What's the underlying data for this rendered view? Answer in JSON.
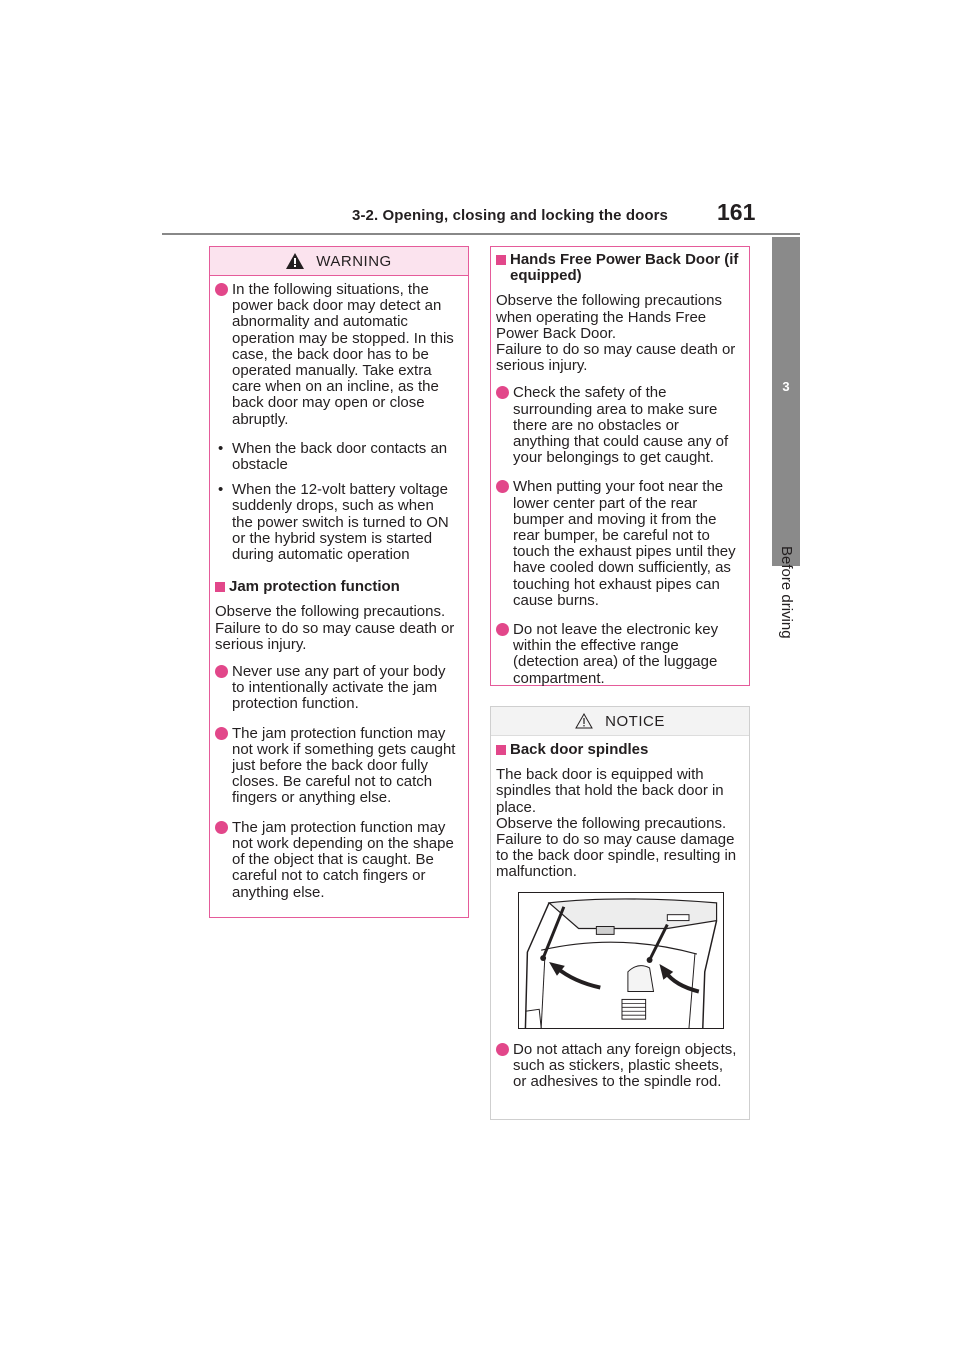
{
  "header": {
    "section_title": "3-2. Opening, closing and locking the doors",
    "page_number": "161"
  },
  "side_tab": {
    "chapter_number": "3",
    "chapter_label": "Before driving"
  },
  "warning_box": {
    "title": "WARNING",
    "intro_bullet": "In the following situations, the power back door may detect an abnormality and automatic operation may be stopped. In this case, the back door has to be operated manually. Take extra care when on an incline, as the back door may open or close abruptly.",
    "dash_items": [
      "When the back door contacts an obstacle",
      "When the 12-volt battery voltage suddenly drops, such as when the power switch is turned to ON or the hybrid system is started during automatic operation"
    ],
    "jam_heading": "Jam protection function",
    "jam_paragraph": "Observe the following precautions.",
    "jam_paragraph_2": "Failure to do so may cause death or serious injury.",
    "jam_bullets": [
      "Never use any part of your body to intentionally activate the jam protection function.",
      "The jam protection function may not work if something gets caught just before the back door fully closes. Be careful not to catch fingers or anything else.",
      "The jam protection function may not work depending on the shape of the object that is caught. Be careful not to catch fingers or anything else."
    ]
  },
  "hands_free": {
    "heading": "Hands Free Power Back Door (if equipped)",
    "paragraph": "Observe the following precautions when operating the Hands Free Power Back Door.",
    "paragraph_2": "Failure to do so may cause death or serious injury.",
    "bullets": [
      "Check the safety of the surrounding area to make sure there are no obstacles or anything that could cause any of your belongings to get caught.",
      "When putting your foot near the lower center part of the rear bumper and moving it from the rear bumper, be careful not to touch the exhaust pipes until they have cooled down sufficiently, as touching hot exhaust pipes can cause burns.",
      "Do not leave the electronic key within the effective range (detection area) of the luggage compartment."
    ]
  },
  "notice_box": {
    "title": "NOTICE",
    "heading": "Back door spindles",
    "paragraph": "The back door is equipped with spindles that hold the back door in place.",
    "paragraph_2": "Observe the following precautions.",
    "paragraph_3": "Failure to do so may cause damage to the back door spindle, resulting in malfunction.",
    "bullet": "Do not attach any foreign objects, such as stickers, plastic sheets, or adhesives to the spindle rod."
  },
  "colors": {
    "accent_pink": "#e2478a",
    "warning_border": "#e55b9a",
    "tab_gray": "#8a8a8a"
  }
}
